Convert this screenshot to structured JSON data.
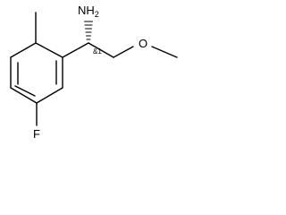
{
  "molecule": {
    "atoms": {
      "amine": "NH",
      "amine_subscript": "2",
      "ether_oxygen": "O",
      "fluorine": "F",
      "stereo_marker": "&1"
    }
  }
}
